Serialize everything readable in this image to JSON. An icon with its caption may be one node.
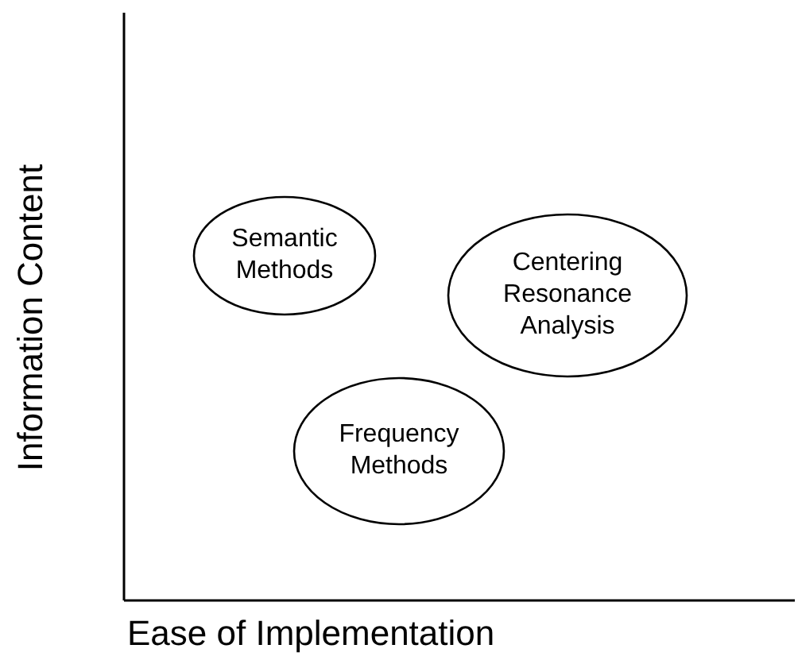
{
  "diagram": {
    "nodes": [
      {
        "text": [
          "Semantic Methods"
        ]
      },
      {
        "text": [
          "Centering Resonance Analysis"
        ]
      },
      {
        "text": [
          "Frequency Methods"
        ]
      }
    ],
    "labels": [
      "Information Content",
      "Ease of Implementation"
    ]
  }
}
